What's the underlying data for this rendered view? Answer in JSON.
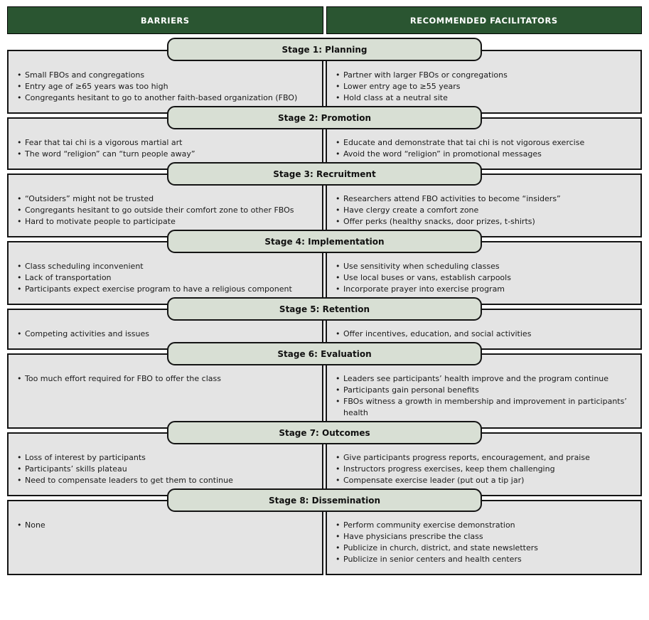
{
  "header": {
    "left_label": "BARRIERS",
    "right_label": "RECOMMENDED FACILITATORS"
  },
  "colors": {
    "header_bg": "#2a5531",
    "header_text": "#ffffff",
    "stage_box_bg": "#d8dfd4",
    "row_bg": "#e4e4e4",
    "border": "#141414"
  },
  "stages": [
    {
      "title": "Stage 1: Planning",
      "barriers": [
        "Small FBOs and congregations",
        "Entry age of ≥65 years was too high",
        "Congregants hesitant to go to another faith-based organization (FBO)"
      ],
      "facilitators": [
        "Partner with larger FBOs or congregations",
        "Lower entry age to ≥55 years",
        "Hold class at a neutral site"
      ]
    },
    {
      "title": "Stage 2: Promotion",
      "barriers": [
        "Fear that tai chi is a vigorous martial art",
        "The word “religion” can “turn people away”"
      ],
      "facilitators": [
        "Educate and demonstrate that tai chi is not vigorous exercise",
        "Avoid the word “religion” in promotional messages"
      ]
    },
    {
      "title": "Stage 3: Recruitment",
      "barriers": [
        "“Outsiders” might not be trusted",
        "Congregants hesitant to go outside their comfort zone to other FBOs",
        "Hard to motivate people to participate"
      ],
      "facilitators": [
        "Researchers attend FBO activities to become “insiders”",
        "Have clergy create a comfort zone",
        "Offer perks (healthy snacks, door prizes, t-shirts)"
      ]
    },
    {
      "title": "Stage 4: Implementation",
      "barriers": [
        "Class scheduling inconvenient",
        "Lack of transportation",
        "Participants expect exercise program to have a religious component"
      ],
      "facilitators": [
        "Use sensitivity when scheduling classes",
        "Use local buses or vans, establish carpools",
        "Incorporate prayer into exercise program"
      ]
    },
    {
      "title": "Stage 5: Retention",
      "barriers": [
        "Competing activities and issues"
      ],
      "facilitators": [
        "Offer incentives, education, and social activities"
      ]
    },
    {
      "title": "Stage 6: Evaluation",
      "barriers": [
        "Too much effort required for FBO to offer the class"
      ],
      "facilitators": [
        "Leaders see participants’ health improve and the program continue",
        "Participants gain personal benefits",
        "FBOs witness a growth in membership and improvement in participants’ health"
      ]
    },
    {
      "title": "Stage 7: Outcomes",
      "barriers": [
        "Loss of interest by participants",
        "Participants’ skills plateau",
        "Need to compensate leaders to get them to continue"
      ],
      "facilitators": [
        "Give participants progress reports, encouragement, and praise",
        "Instructors progress exercises, keep them challenging",
        "Compensate exercise leader (put out a tip jar)"
      ]
    },
    {
      "title": "Stage 8: Dissemination",
      "barriers": [
        "None"
      ],
      "facilitators": [
        "Perform community exercise demonstration",
        "Have physicians prescribe the class",
        "Publicize in church, district, and state newsletters",
        "Publicize in senior centers and health centers"
      ]
    }
  ]
}
